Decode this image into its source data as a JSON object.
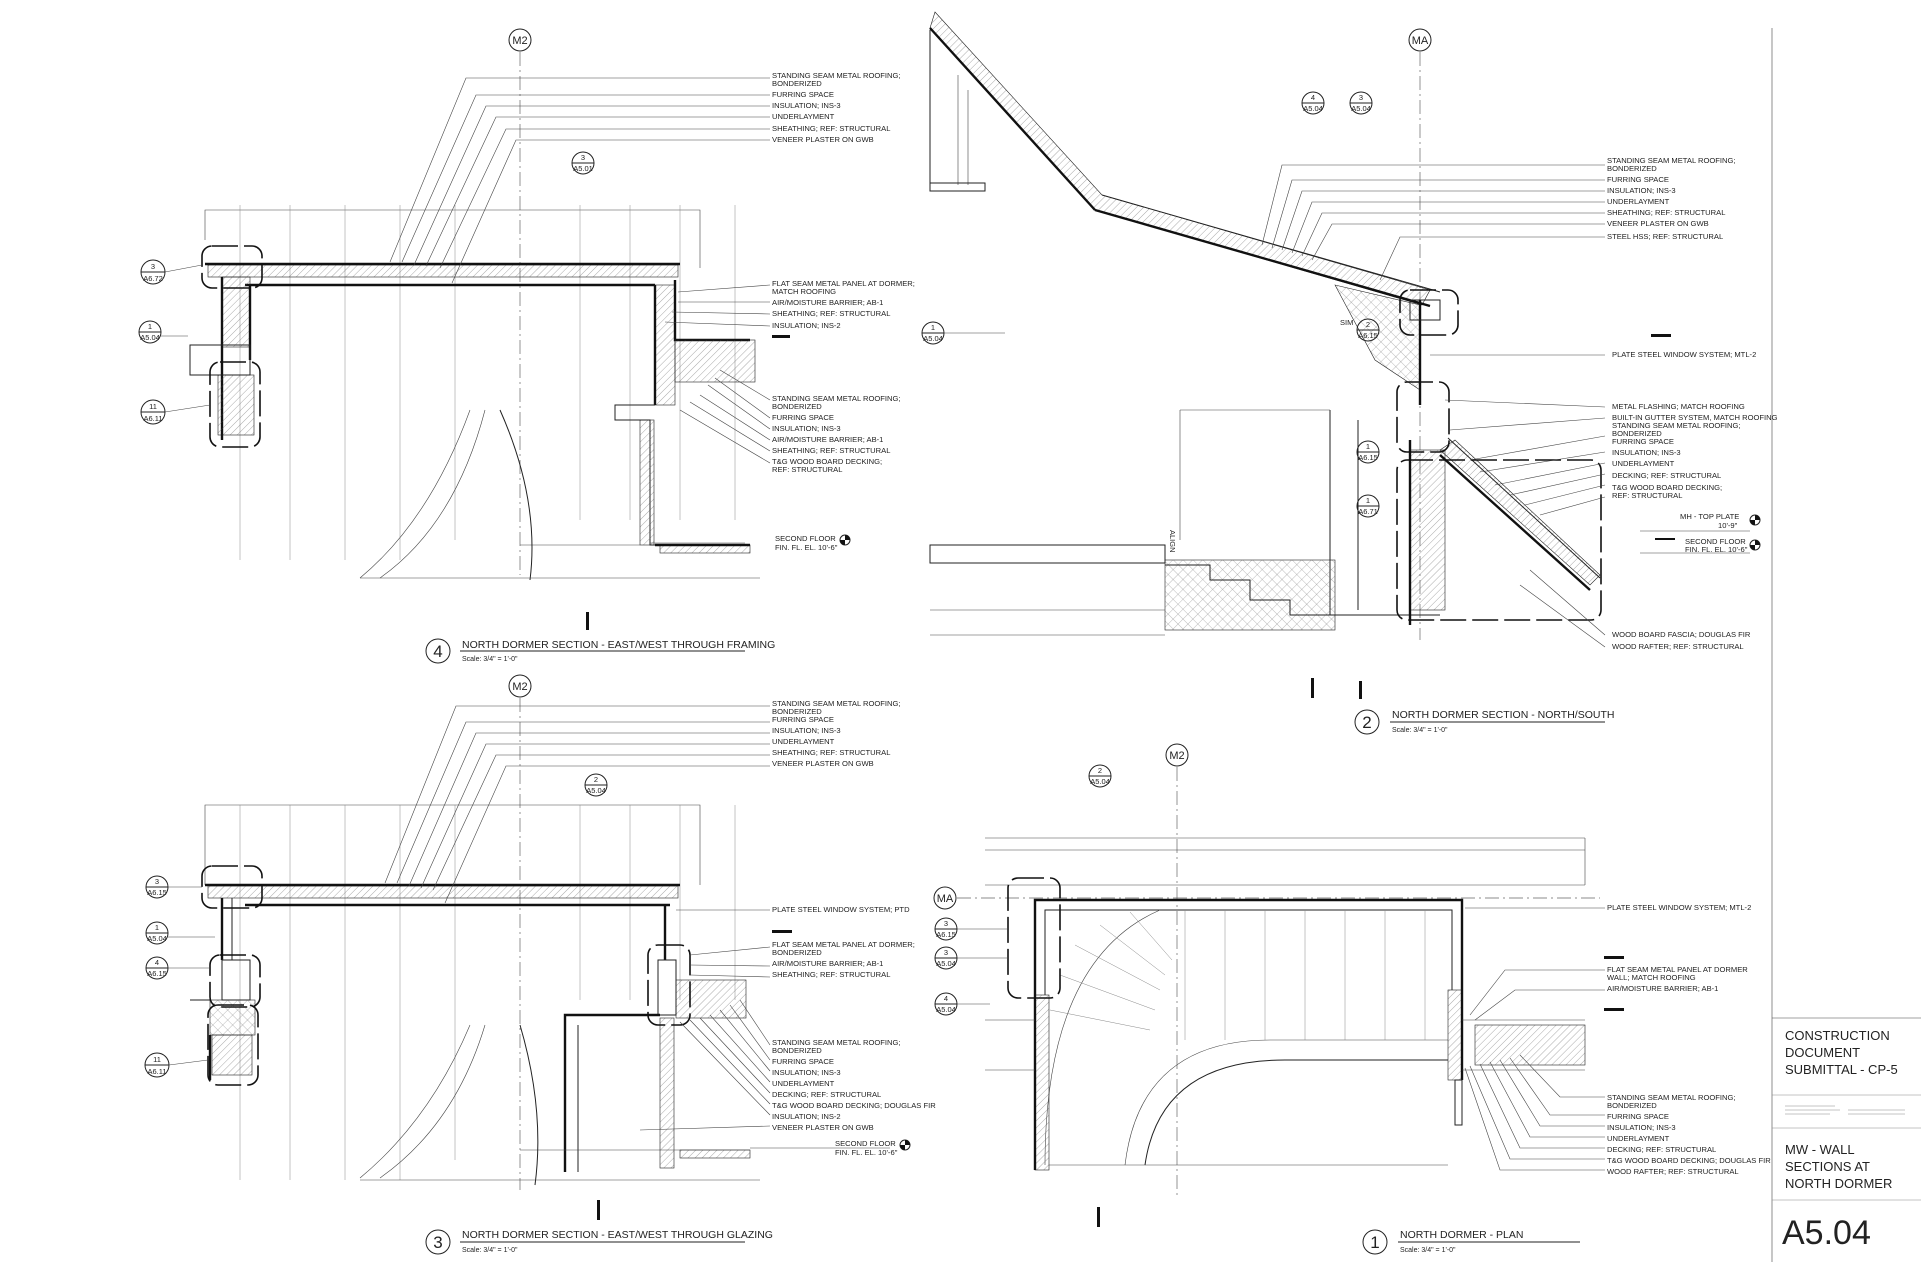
{
  "sheet": {
    "number": "A5.04",
    "title_block": {
      "submittal": [
        "CONSTRUCTION",
        "DOCUMENT",
        "SUBMITTAL - CP-5"
      ],
      "sheet_title": [
        "MW - WALL",
        "SECTIONS AT",
        "NORTH DORMER"
      ]
    }
  },
  "grids": {
    "m2": "M2",
    "ma": "MA"
  },
  "tags": {
    "a5_01_3": [
      "3",
      "A5.01"
    ],
    "a5_04_1": [
      "1",
      "A5.04"
    ],
    "a5_04_2": [
      "2",
      "A5.04"
    ],
    "a5_04_3": [
      "3",
      "A5.04"
    ],
    "a5_04_4": [
      "4",
      "A5.04"
    ],
    "a6_72_3": [
      "3",
      "A6.72"
    ],
    "a6_11_11": [
      "11",
      "A6.11"
    ],
    "a6_15_3": [
      "3",
      "A6.15"
    ],
    "a6_15_2": [
      "2",
      "A6.15"
    ],
    "a6_15_4": [
      "4",
      "A6.15"
    ],
    "a6_15_1": [
      "1",
      "A6.15"
    ],
    "a6_71_1": [
      "1",
      "A6.71"
    ]
  },
  "details": {
    "d4": {
      "number": "4",
      "title": "NORTH DORMER SECTION - EAST/WEST THROUGH FRAMING",
      "scale": "Scale: 3/4\" = 1'-0\"",
      "notes_top": [
        "STANDING SEAM METAL ROOFING;",
        "BONDERIZED",
        "FURRING SPACE",
        "INSULATION; INS-3",
        "UNDERLAYMENT",
        "SHEATHING; REF: STRUCTURAL",
        "VENEER PLASTER ON GWB"
      ],
      "notes_mid": [
        "FLAT SEAM METAL PANEL AT DORMER;",
        "MATCH ROOFING",
        "AIR/MOISTURE BARRIER; AB-1",
        "SHEATHING; REF: STRUCTURAL",
        "INSULATION; INS-2"
      ],
      "notes_low": [
        "STANDING SEAM METAL ROOFING;",
        "BONDERIZED",
        "FURRING SPACE",
        "INSULATION; INS-3",
        "AIR/MOISTURE BARRIER; AB-1",
        "SHEATHING; REF: STRUCTURAL",
        "T&G WOOD BOARD DECKING;",
        "REF: STRUCTURAL"
      ],
      "level": [
        "SECOND FLOOR",
        "FIN. FL. EL. 10'-6\""
      ]
    },
    "d2": {
      "number": "2",
      "title": "NORTH DORMER SECTION - NORTH/SOUTH",
      "scale": "Scale: 3/4\" = 1'-0\"",
      "notes_top": [
        "STANDING SEAM METAL ROOFING;",
        "BONDERIZED",
        "FURRING SPACE",
        "INSULATION; INS-3",
        "UNDERLAYMENT",
        "SHEATHING; REF: STRUCTURAL",
        "VENEER PLASTER ON GWB",
        "STEEL HSS; REF: STRUCTURAL"
      ],
      "notes_window": "PLATE STEEL WINDOW SYSTEM; MTL-2",
      "notes_mid": [
        "METAL FLASHING; MATCH ROOFING",
        "BUILT-IN GUTTER SYSTEM, MATCH ROOFING",
        "STANDING SEAM METAL ROOFING;",
        "BONDERIZED",
        "FURRING SPACE",
        "INSULATION; INS-3",
        "UNDERLAYMENT",
        "DECKING; REF: STRUCTURAL",
        "T&G WOOD BOARD DECKING;",
        "REF: STRUCTURAL"
      ],
      "notes_low": [
        "WOOD BOARD FASCIA; DOUGLAS FIR",
        "WOOD RAFTER; REF: STRUCTURAL"
      ],
      "level_top": [
        "MH - TOP PLATE",
        "10'-9\""
      ],
      "level": [
        "SECOND FLOOR",
        "FIN. FL. EL. 10'-6\""
      ],
      "sim": "SIM",
      "align": "ALIGN"
    },
    "d3": {
      "number": "3",
      "title": "NORTH DORMER SECTION - EAST/WEST THROUGH GLAZING",
      "scale": "Scale: 3/4\" = 1'-0\"",
      "notes_top": [
        "STANDING SEAM METAL ROOFING;",
        "BONDERIZED",
        "FURRING SPACE",
        "INSULATION; INS-3",
        "UNDERLAYMENT",
        "SHEATHING; REF: STRUCTURAL",
        "VENEER PLASTER ON GWB"
      ],
      "notes_window": "PLATE STEEL WINDOW SYSTEM; PTD",
      "notes_mid": [
        "FLAT SEAM METAL PANEL AT DORMER;",
        "BONDERIZED",
        "AIR/MOISTURE BARRIER; AB-1",
        "SHEATHING; REF: STRUCTURAL"
      ],
      "notes_low": [
        "STANDING SEAM METAL ROOFING;",
        "BONDERIZED",
        "FURRING SPACE",
        "INSULATION; INS-3",
        "UNDERLAYMENT",
        "DECKING; REF: STRUCTURAL",
        "T&G WOOD BOARD DECKING; DOUGLAS FIR",
        "INSULATION; INS-2",
        "VENEER PLASTER ON GWB"
      ],
      "level": [
        "SECOND FLOOR",
        "FIN. FL. EL. 10'-6\""
      ]
    },
    "d1": {
      "number": "1",
      "title": "NORTH DORMER - PLAN",
      "scale": "Scale: 3/4\" = 1'-0\"",
      "notes_window": "PLATE STEEL WINDOW SYSTEM; MTL-2",
      "notes_mid": [
        "FLAT SEAM METAL PANEL AT DORMER",
        "WALL; MATCH ROOFING",
        "AIR/MOISTURE BARRIER; AB-1"
      ],
      "notes_low": [
        "STANDING SEAM METAL ROOFING;",
        "BONDERIZED",
        "FURRING SPACE",
        "INSULATION; INS-3",
        "UNDERLAYMENT",
        "DECKING; REF: STRUCTURAL",
        "T&G WOOD BOARD DECKING; DOUGLAS FIR",
        "WOOD RAFTER; REF: STRUCTURAL"
      ]
    }
  }
}
